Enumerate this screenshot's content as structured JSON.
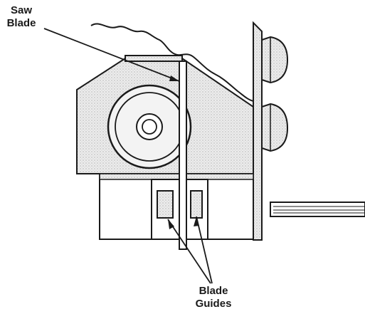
{
  "labels": {
    "saw_blade": [
      "Saw",
      "Blade"
    ],
    "blade_guides": [
      "Blade",
      "Guides"
    ]
  },
  "colors": {
    "ink": "#1a1a1a",
    "fill": "#e4e4e4"
  }
}
